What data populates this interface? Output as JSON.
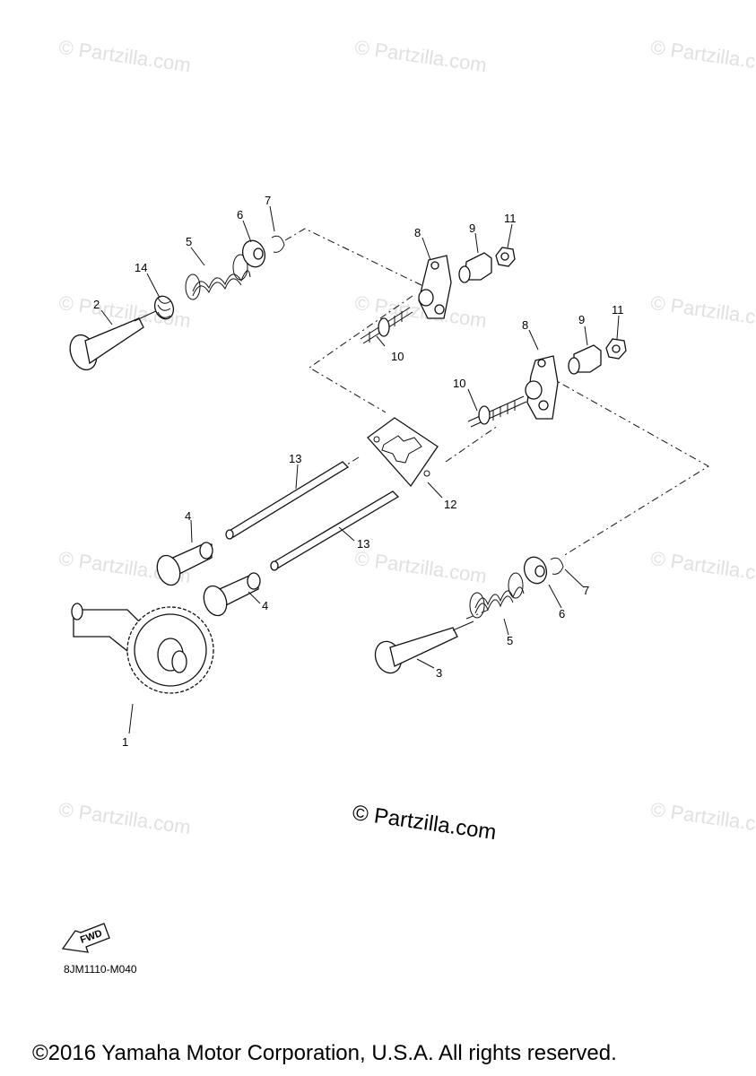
{
  "watermark": {
    "text": "© Partzilla.com"
  },
  "callouts": {
    "c1": "1",
    "c2": "2",
    "c3": "3",
    "c4a": "4",
    "c4b": "4",
    "c5a": "5",
    "c5b": "5",
    "c6a": "6",
    "c6b": "6",
    "c7a": "7",
    "c7b": "7",
    "c8a": "8",
    "c8b": "8",
    "c9a": "9",
    "c9b": "9",
    "c10a": "10",
    "c10b": "10",
    "c11a": "11",
    "c11b": "11",
    "c12": "12",
    "c13a": "13",
    "c13b": "13",
    "c14": "14"
  },
  "fwd_label": "FWD",
  "big_copyright": "© Partzilla.com",
  "diagram_code": "8JM1110-M040",
  "footer_copyright": "©2016 Yamaha Motor Corporation, U.S.A. All rights reserved."
}
